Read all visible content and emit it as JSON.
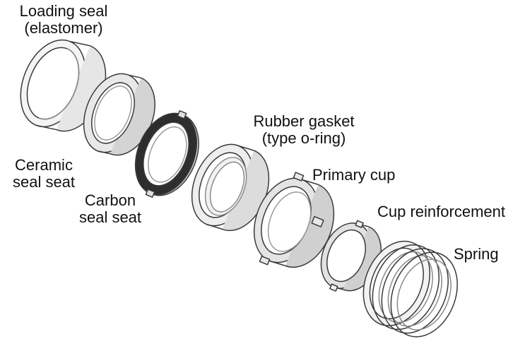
{
  "labels": {
    "loading_seal": [
      "Loading seal",
      "(elastomer)"
    ],
    "ceramic_seal_seat": [
      "Ceramic",
      "seal seat"
    ],
    "carbon_seal_seat": [
      "Carbon",
      "seal seat"
    ],
    "rubber_gasket": [
      "Rubber gasket",
      "(type o-ring)"
    ],
    "primary_cup": [
      "Primary cup"
    ],
    "cup_reinforcement": [
      "Cup reinforcement"
    ],
    "spring": [
      "Spring"
    ]
  },
  "colors": {
    "stroke": "#3a3a3a",
    "face": "#e9e9e9",
    "face_light": "#f6f6f6",
    "shade": "#c4c4c4",
    "carbon": "#2e2e2e"
  }
}
